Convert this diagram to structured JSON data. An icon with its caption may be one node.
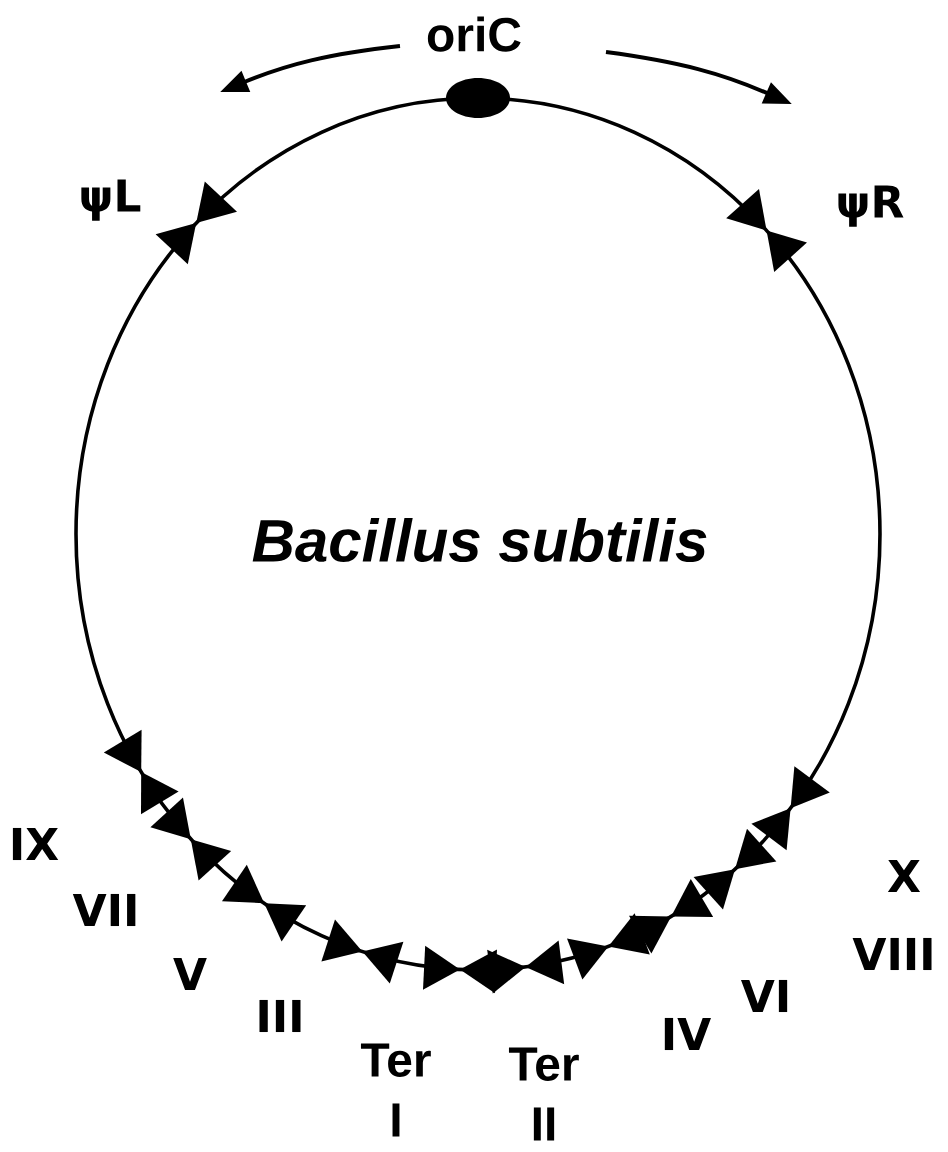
{
  "diagram": {
    "labels": [
      "oriC",
      "ψL",
      "ψR",
      "Bacillus subtilis",
      "IX",
      "VII",
      "V",
      "III",
      "Ter I",
      "Ter II",
      "IV",
      "VI",
      "VIII",
      "X"
    ]
  }
}
